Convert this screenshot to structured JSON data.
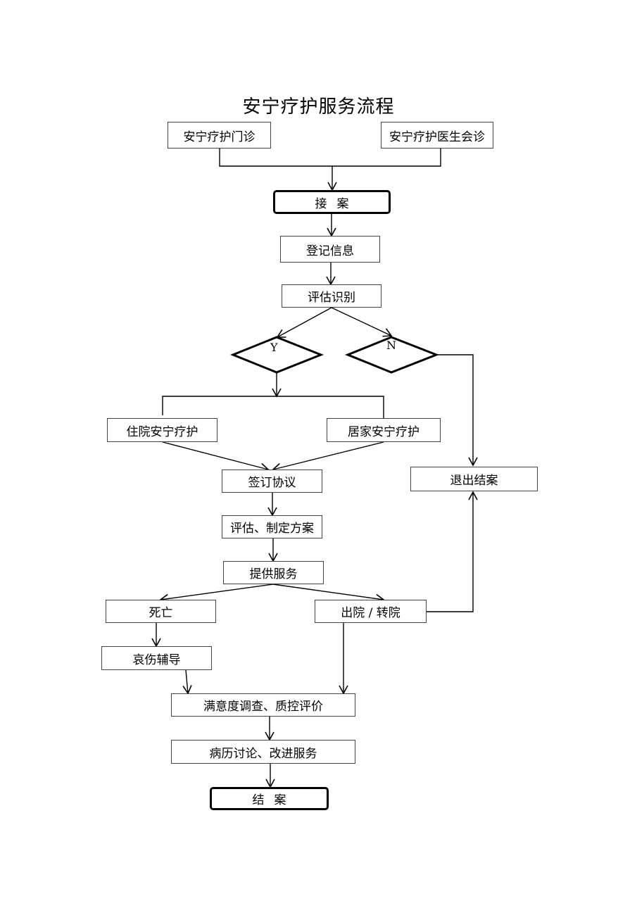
{
  "title": "安宁疗护服务流程",
  "nodes": {
    "clinic": "安宁疗护门诊",
    "consult": "安宁疗护医生会诊",
    "intake": "接案",
    "register": "登记信息",
    "assess": "评估识别",
    "inpatient": "住院安宁疗护",
    "home": "居家安宁疗护",
    "agreement": "签订协议",
    "plan": "评估、制定方案",
    "service": "提供服务",
    "death": "死亡",
    "discharge": "出院 / 转院",
    "grief": "哀伤辅导",
    "exit": "退出结案",
    "survey": "满意度调查、质控评价",
    "review": "病历讨论、改进服务",
    "close": "结案"
  },
  "decisions": {
    "yes": "Y",
    "no": "N"
  }
}
